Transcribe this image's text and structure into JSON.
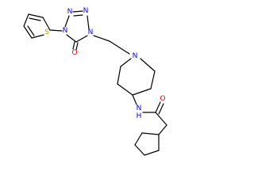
{
  "molecule": {
    "atom_labels": {
      "n_tet_top": "N",
      "n_tet_right": "N",
      "n_tet_mid": "N",
      "n_tet_left": "N",
      "o_carbonyl_top": "O",
      "s_thiophene": "S",
      "n_piperidine": "N",
      "n_amide": "N",
      "h_amide": "H",
      "o_amide": "O"
    },
    "colors": {
      "N": "#0000ff",
      "O": "#ff0000",
      "S": "#b8a000",
      "bond": "#000000",
      "background": "#ffffff"
    }
  }
}
